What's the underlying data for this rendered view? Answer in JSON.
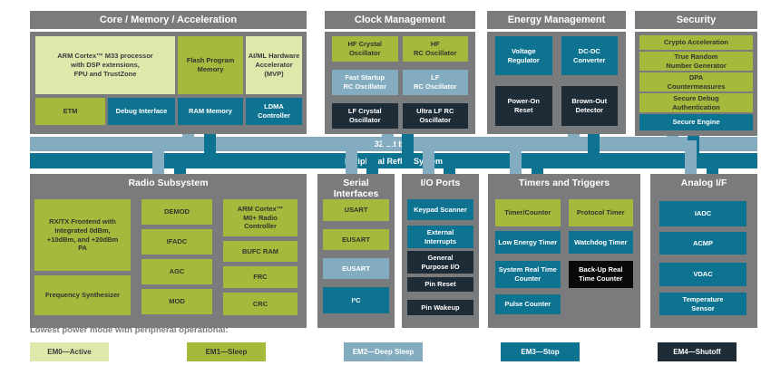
{
  "colors": {
    "em0_active": "#dde8ab",
    "em1_sleep": "#a6b93c",
    "em2_deep_sleep": "#83acc1",
    "em3_stop": "#0e7391",
    "em4_shutoff": "#1e2c38",
    "backup_counter_black": "#0a0a0a",
    "group_gray": "#7a7b7d"
  },
  "bus": {
    "bus32": "32-bit bus",
    "prs": "Peripheral Reflex System"
  },
  "groups": {
    "core": {
      "title": "Core / Memory / Acceleration",
      "arm_m33": "ARM Cortex™ M33 processor\nwith DSP extensions,\nFPU and TrustZone",
      "flash": "Flash Program\nMemory",
      "aiml": "AI/ML Hardware\nAccelerator\n(MVP)",
      "etm": "ETM",
      "debug": "Debug Interface",
      "ram": "RAM Memory",
      "ldma": "LDMA\nController"
    },
    "clock": {
      "title": "Clock Management",
      "hfxo": "HF Crystal\nOscillator",
      "hfrco": "HF\nRC Oscillator",
      "fsrco": "Fast Startup\nRC Oscillator",
      "lfrco": "LF\nRC Oscillator",
      "lfxo": "LF Crystal\nOscillator",
      "ulfrco": "Ultra LF RC\nOscillator"
    },
    "energy": {
      "title": "Energy Management",
      "vreg": "Voltage\nRegulator",
      "dcdc": "DC-DC\nConverter",
      "por": "Power-On\nReset",
      "bod": "Brown-Out\nDetector"
    },
    "security": {
      "title": "Security",
      "crypto": "Crypto Acceleration",
      "trng": "True Random\nNumber Generator",
      "dpa": "DPA\nCountermeasures",
      "sda": "Secure Debug\nAuthentication",
      "se": "Secure Engine"
    },
    "radio": {
      "title": "Radio Subsystem",
      "frontend": "RX/TX Frontend with\nIntegrated 0dBm,\n+10dBm, and +20dBm\nPA",
      "synth": "Frequency Synthesizer",
      "demod": "DEMOD",
      "ifadc": "IFADC",
      "agc": "AGC",
      "mod": "MOD",
      "m0": "ARM Cortex™\nM0+ Radio\nController",
      "bufc": "BUFC RAM",
      "frc": "FRC",
      "crc": "CRC"
    },
    "serial": {
      "title": "Serial\nInterfaces",
      "usart": "USART",
      "eusart1": "EUSART",
      "eusart2": "EUSART",
      "i2c": "I²C"
    },
    "io": {
      "title": "I/O Ports",
      "keypad": "Keypad Scanner",
      "exti": "External\nInterrupts",
      "gpio": "General\nPurpose I/O",
      "pinreset": "Pin Reset",
      "pinwake": "Pin Wakeup"
    },
    "timers": {
      "title": "Timers and Triggers",
      "timer": "Timer/Counter",
      "letimer": "Low Energy Timer",
      "sysrtc": "System Real Time\nCounter",
      "pcnt": "Pulse Counter",
      "protimer": "Protocol Timer",
      "wdog": "Watchdog Timer",
      "burtc": "Back-Up Real\nTime Counter"
    },
    "analog": {
      "title": "Analog I/F",
      "iadc": "IADC",
      "acmp": "ACMP",
      "vdac": "VDAC",
      "temp": "Temperature\nSensor"
    }
  },
  "legend": {
    "title": "Lowest power mode with peripheral operational:",
    "items": [
      {
        "label": "EM0—Active",
        "color": "#dde8ab"
      },
      {
        "label": "EM1—Sleep",
        "color": "#a6b93c"
      },
      {
        "label": "EM2—Deep Sleep",
        "color": "#83acc1"
      },
      {
        "label": "EM3—Stop",
        "color": "#0e7391"
      },
      {
        "label": "EM4—Shutoff",
        "color": "#1e2c38"
      }
    ]
  }
}
